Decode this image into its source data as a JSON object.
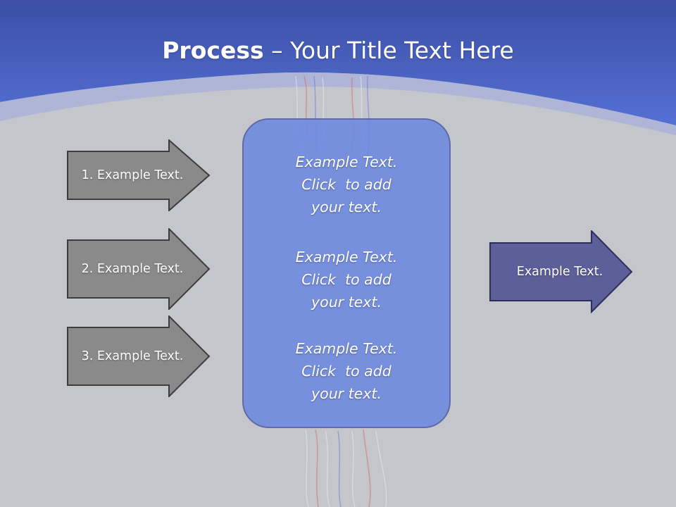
{
  "slide": {
    "title_bold": "Process",
    "title_rest": " – Your Title Text Here"
  },
  "left_arrows": [
    {
      "label": "1. Example Text."
    },
    {
      "label": "2. Example Text."
    },
    {
      "label": "3. Example Text."
    }
  ],
  "center_box": {
    "blocks": [
      {
        "lines": [
          "Example Text.",
          "Click  to add",
          "your text."
        ]
      },
      {
        "lines": [
          "Example Text.",
          "Click  to add",
          "your text."
        ]
      },
      {
        "lines": [
          "Example Text.",
          "Click  to add",
          "your text."
        ]
      }
    ]
  },
  "output_arrow": {
    "label": "Example Text."
  },
  "colors": {
    "header_blue": "#4a63c4",
    "background_gray": "#c5c6cb",
    "left_arrow_fill": "#8a8a8a",
    "center_box_fill": "#7b8fdc",
    "output_arrow_fill": "#5d5f9a"
  }
}
